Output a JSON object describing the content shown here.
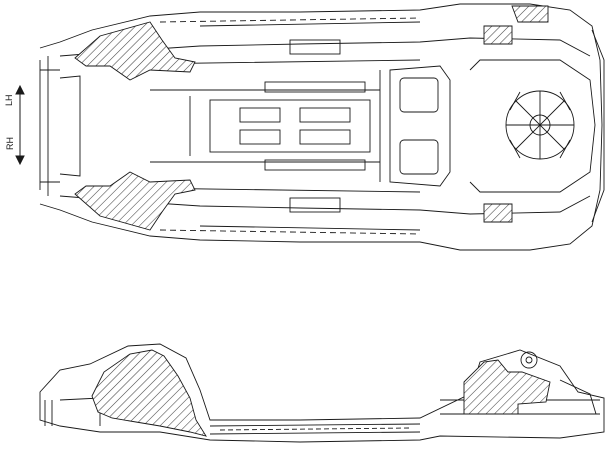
{
  "orientation": {
    "lh_label": "LH",
    "rh_label": "RH"
  },
  "colors": {
    "line": "#1a1a1a",
    "hatch": "#444444",
    "background": "#ffffff"
  },
  "views": [
    "underbody-plan-view",
    "side-elevation-view"
  ]
}
